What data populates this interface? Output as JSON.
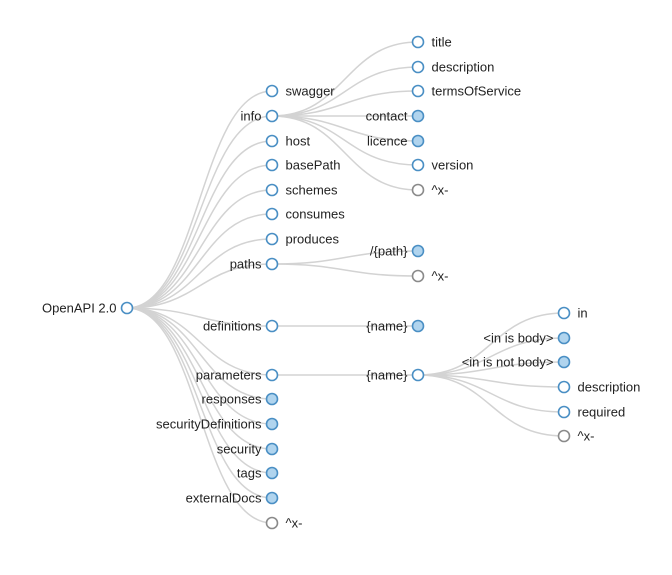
{
  "colors": {
    "link": "#d3d3d3",
    "node_stroke": "#4a8fc4",
    "node_fill_collapsed": "#b0d4ee",
    "node_fill_empty": "#ffffff",
    "extension_stroke": "#8a8a8a",
    "label": "#222222"
  },
  "tree": {
    "id": "root",
    "label": "OpenAPI 2.0",
    "state": "open",
    "side": "left",
    "children": [
      {
        "id": "swagger",
        "label": "swagger",
        "state": "open",
        "side": "right"
      },
      {
        "id": "info",
        "label": "info",
        "state": "open",
        "side": "left",
        "children": [
          {
            "id": "info-title",
            "label": "title",
            "state": "open",
            "side": "right"
          },
          {
            "id": "info-description",
            "label": "description",
            "state": "open",
            "side": "right"
          },
          {
            "id": "info-terms",
            "label": "termsOfService",
            "state": "open",
            "side": "right"
          },
          {
            "id": "info-contact",
            "label": "contact",
            "state": "collapsed",
            "side": "left"
          },
          {
            "id": "info-licence",
            "label": "licence",
            "state": "collapsed",
            "side": "left"
          },
          {
            "id": "info-version",
            "label": "version",
            "state": "open",
            "side": "right"
          },
          {
            "id": "info-ext",
            "label": "^x-",
            "state": "ext",
            "side": "right"
          }
        ]
      },
      {
        "id": "host",
        "label": "host",
        "state": "open",
        "side": "right"
      },
      {
        "id": "basepath",
        "label": "basePath",
        "state": "open",
        "side": "right"
      },
      {
        "id": "schemes",
        "label": "schemes",
        "state": "open",
        "side": "right"
      },
      {
        "id": "consumes",
        "label": "consumes",
        "state": "open",
        "side": "right"
      },
      {
        "id": "produces",
        "label": "produces",
        "state": "open",
        "side": "right"
      },
      {
        "id": "paths",
        "label": "paths",
        "state": "open",
        "side": "left",
        "children": [
          {
            "id": "paths-path",
            "label": "/{path}",
            "state": "collapsed",
            "side": "left"
          },
          {
            "id": "paths-ext",
            "label": "^x-",
            "state": "ext",
            "side": "right"
          }
        ]
      },
      {
        "id": "definitions",
        "label": "definitions",
        "state": "open",
        "side": "left",
        "children": [
          {
            "id": "definitions-name",
            "label": "{name}",
            "state": "collapsed",
            "side": "left"
          }
        ]
      },
      {
        "id": "parameters",
        "label": "parameters",
        "state": "open",
        "side": "left",
        "children": [
          {
            "id": "parameters-name",
            "label": "{name}",
            "state": "open",
            "side": "left",
            "children": [
              {
                "id": "param-in",
                "label": "in",
                "state": "open",
                "side": "right"
              },
              {
                "id": "param-in-body",
                "label": "<in is body>",
                "state": "collapsed",
                "side": "left"
              },
              {
                "id": "param-in-not-body",
                "label": "<in is not body>",
                "state": "collapsed",
                "side": "left"
              },
              {
                "id": "param-description",
                "label": "description",
                "state": "open",
                "side": "right"
              },
              {
                "id": "param-required",
                "label": "required",
                "state": "open",
                "side": "right"
              },
              {
                "id": "param-ext",
                "label": "^x-",
                "state": "ext",
                "side": "right"
              }
            ]
          }
        ]
      },
      {
        "id": "responses",
        "label": "responses",
        "state": "collapsed",
        "side": "left"
      },
      {
        "id": "security-definitions",
        "label": "securityDefinitions",
        "state": "collapsed",
        "side": "left"
      },
      {
        "id": "security",
        "label": "security",
        "state": "collapsed",
        "side": "left"
      },
      {
        "id": "tags",
        "label": "tags",
        "state": "collapsed",
        "side": "left"
      },
      {
        "id": "external-docs",
        "label": "externalDocs",
        "state": "collapsed",
        "side": "left"
      },
      {
        "id": "root-ext",
        "label": "^x-",
        "state": "ext",
        "side": "right"
      }
    ]
  }
}
